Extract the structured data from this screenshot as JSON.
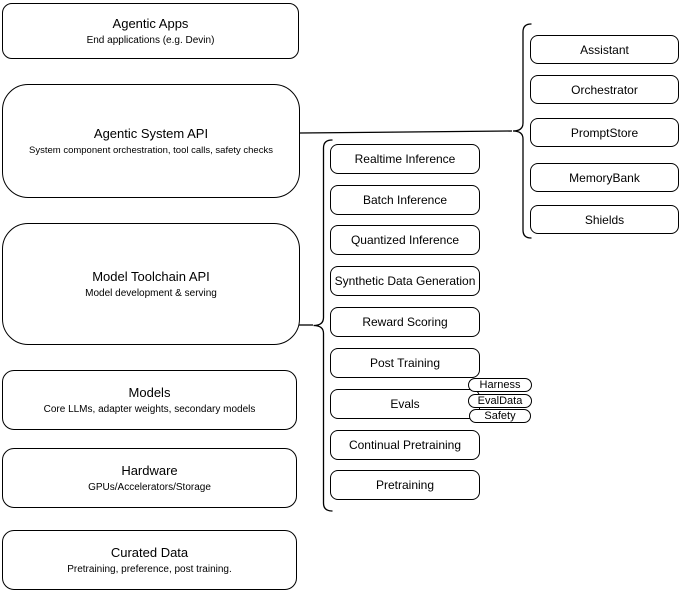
{
  "diagram": {
    "stack": {
      "items": [
        {
          "title": "Agentic Apps",
          "subtitle": "End applications (e.g. Devin)"
        },
        {
          "title": "Agentic System API",
          "subtitle": "System component orchestration, tool calls, safety checks"
        },
        {
          "title": "Model Toolchain API",
          "subtitle": "Model development & serving"
        },
        {
          "title": "Models",
          "subtitle": "Core LLMs, adapter weights, secondary models"
        },
        {
          "title": "Hardware",
          "subtitle": "GPUs/Accelerators/Storage"
        },
        {
          "title": "Curated Data",
          "subtitle": "Pretraining, preference, post training."
        }
      ]
    },
    "toolchain_services": {
      "items": [
        {
          "label": "Realtime Inference"
        },
        {
          "label": "Batch Inference"
        },
        {
          "label": "Quantized Inference"
        },
        {
          "label": "Synthetic Data Generation"
        },
        {
          "label": "Reward Scoring"
        },
        {
          "label": "Post Training"
        },
        {
          "label": "Evals"
        },
        {
          "label": "Continual Pretraining"
        },
        {
          "label": "Pretraining"
        }
      ]
    },
    "eval_tags": {
      "items": [
        {
          "label": "Harness"
        },
        {
          "label": "EvalData"
        },
        {
          "label": "Safety"
        }
      ]
    },
    "system_components": {
      "items": [
        {
          "label": "Assistant"
        },
        {
          "label": "Orchestrator"
        },
        {
          "label": "PromptStore"
        },
        {
          "label": "MemoryBank"
        },
        {
          "label": "Shields"
        }
      ]
    },
    "colors": {
      "line": "#000000",
      "box_background": "#ffffff",
      "text": "#000000"
    }
  }
}
